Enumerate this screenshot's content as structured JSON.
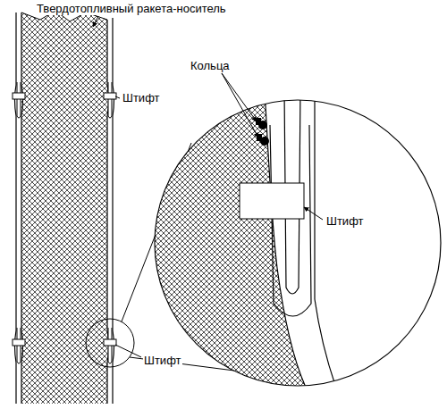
{
  "diagram": {
    "labels": [
      "Твердотопливный ракета-носитель",
      "Штифт",
      "Кольца",
      "Штифт",
      "Штифт"
    ]
  }
}
